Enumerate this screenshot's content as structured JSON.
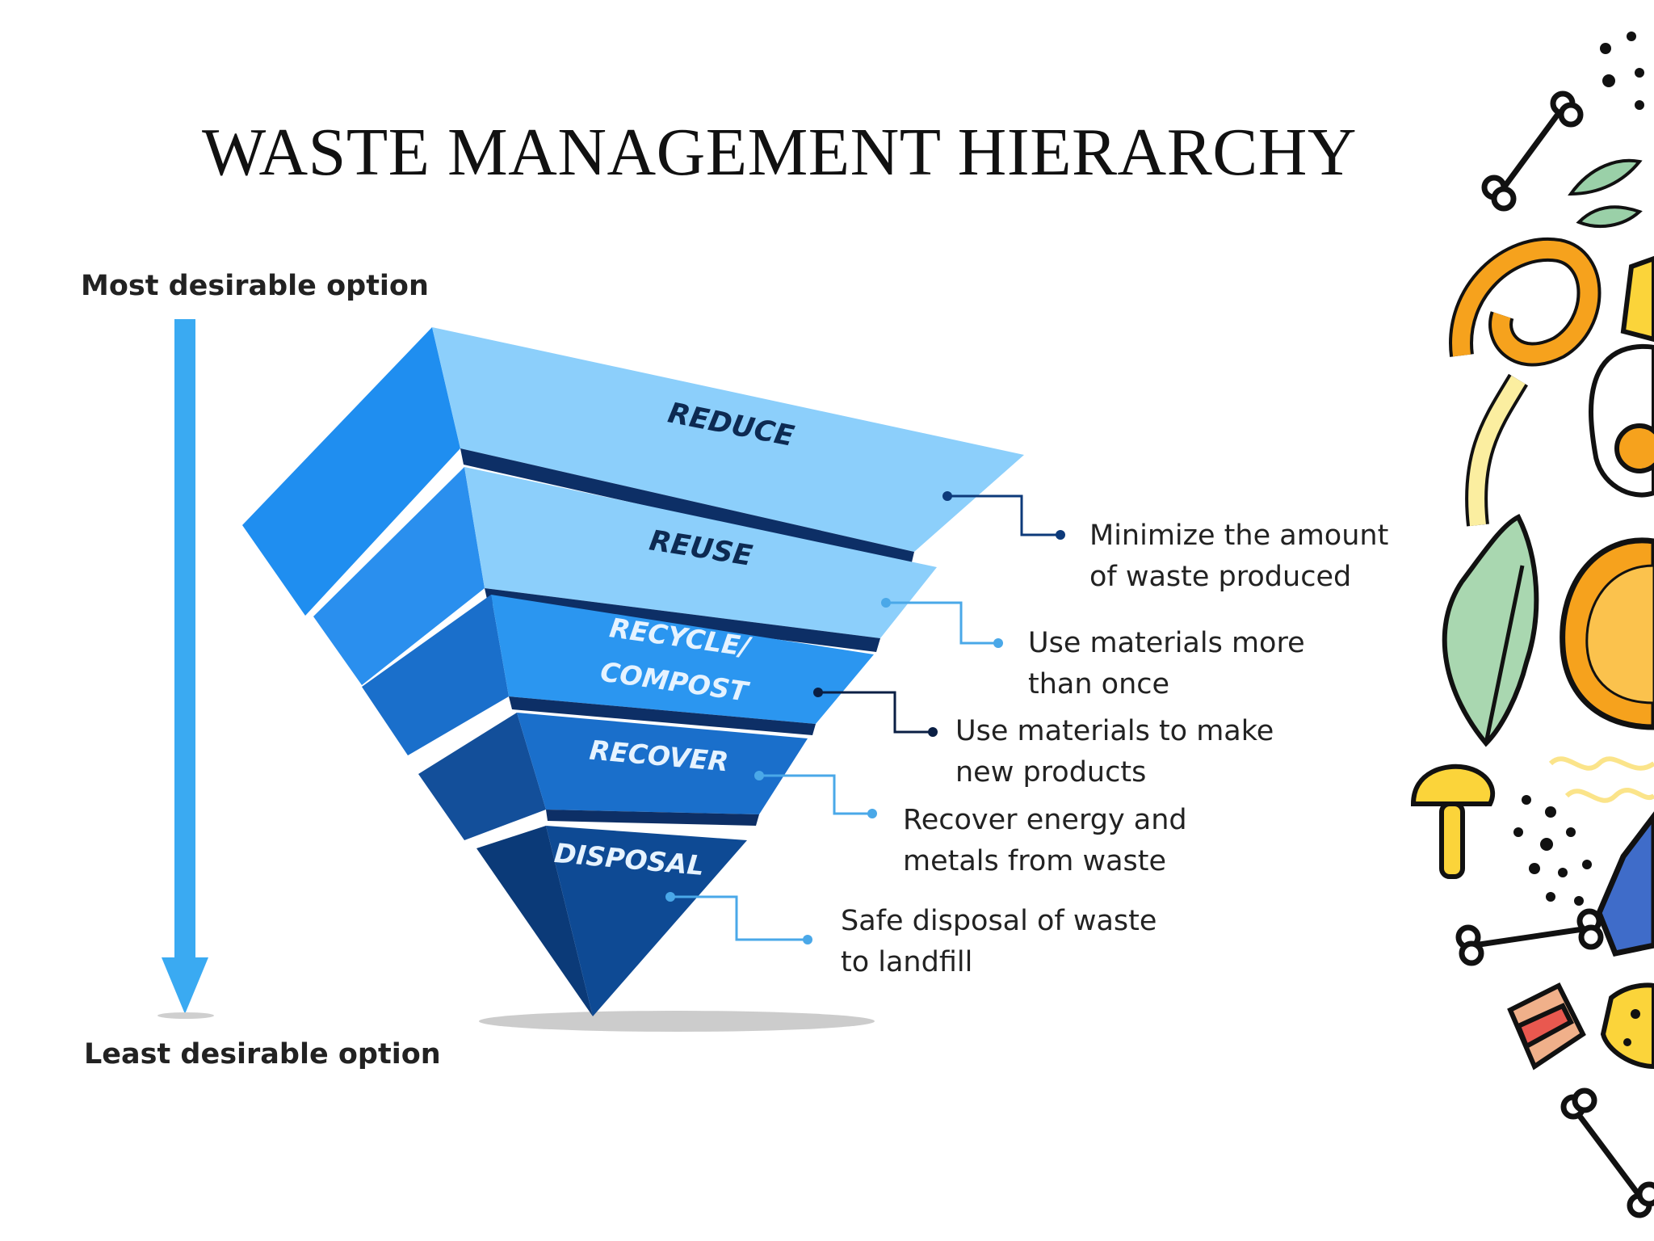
{
  "title": "WASTE MANAGEMENT HIERARCHY",
  "axis": {
    "top_label": "Most desirable option",
    "bottom_label": "Least desirable option"
  },
  "tiers": [
    {
      "name": "REDUCE",
      "description": [
        "Minimize the amount",
        "of waste produced"
      ]
    },
    {
      "name": "REUSE",
      "description": [
        "Use materials more",
        "than once"
      ]
    },
    {
      "name": "RECYCLE/ COMPOST",
      "name_lines": [
        "RECYCLE/",
        "COMPOST"
      ],
      "description": [
        "Use materials to make",
        "new products"
      ]
    },
    {
      "name": "RECOVER",
      "description": [
        "Recover energy and",
        "metals from waste"
      ]
    },
    {
      "name": "DISPOSAL",
      "description": [
        "Safe disposal of waste",
        "to landfill"
      ]
    }
  ],
  "colors": {
    "arrow": "#3aaaf2",
    "reduce": "#8ccffb",
    "reuse": "#6bbdf8",
    "recycle": "#2b96f0",
    "recover": "#1a6fcb",
    "disposal": "#0e4a94",
    "separator": "#0d2f66"
  },
  "icons": [
    "bone-icon",
    "leaf-icon",
    "orange-peel-icon",
    "egg-icon",
    "orange-slice-icon",
    "mushroom-icon",
    "sandwich-icon",
    "cheese-icon",
    "can-icon"
  ]
}
